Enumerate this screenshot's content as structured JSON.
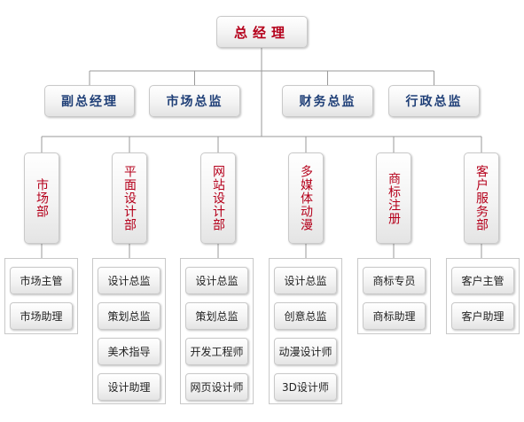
{
  "top": {
    "label": "总经理"
  },
  "level2": [
    {
      "label": "副总经理"
    },
    {
      "label": "市场总监"
    },
    {
      "label": "财务总监"
    },
    {
      "label": "行政总监"
    }
  ],
  "departments": [
    {
      "label": "市场部",
      "roles": [
        "市场主管",
        "市场助理"
      ]
    },
    {
      "label": "平面设计部",
      "roles": [
        "设计总监",
        "策划总监",
        "美术指导",
        "设计助理"
      ]
    },
    {
      "label": "网站设计部",
      "roles": [
        "设计总监",
        "策划总监",
        "开发工程师",
        "网页设计师"
      ]
    },
    {
      "label": "多媒体动漫",
      "roles": [
        "设计总监",
        "创意总监",
        "动漫设计师",
        "3D设计师"
      ]
    },
    {
      "label": "商标注册",
      "roles": [
        "商标专员",
        "商标助理"
      ]
    },
    {
      "label": "客户服务部",
      "roles": [
        "客户主管",
        "客户助理"
      ]
    }
  ],
  "colors": {
    "connector": "#9a9a9a",
    "top_text": "#b5001b",
    "level2_text": "#1f3f77",
    "dept_text": "#b5001b"
  }
}
